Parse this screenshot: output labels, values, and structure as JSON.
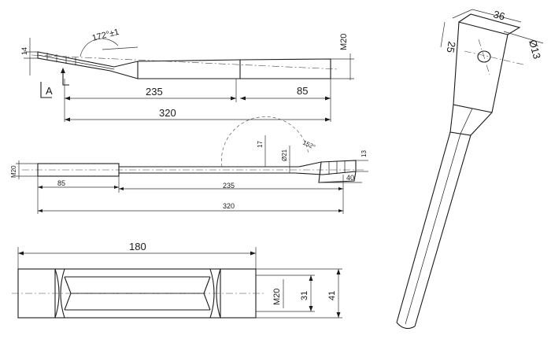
{
  "view1": {
    "dim_235": "235",
    "dim_85": "85",
    "dim_320": "320",
    "thread": "M20",
    "angle": "172°±1",
    "height": "14",
    "section": "A"
  },
  "view2": {
    "dim_85": "85",
    "dim_235": "235",
    "dim_320": "320",
    "dim_40": "40",
    "dim_17": "17",
    "dim_21": "Ø21",
    "angle": "152°",
    "dim_13": "13",
    "thread": "M20"
  },
  "view3": {
    "dim_180": "180",
    "thread": "M20",
    "dim_31": "31",
    "dim_41": "41"
  },
  "view4": {
    "dim_36": "36",
    "dim_25": "25",
    "dim_13": "Ø13"
  }
}
